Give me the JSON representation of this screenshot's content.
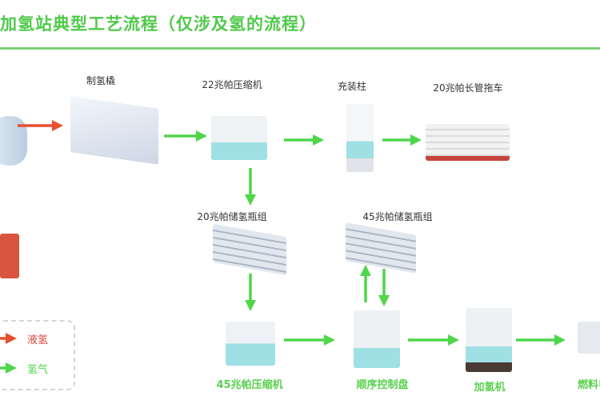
{
  "title": "加氢站典型工艺流程（仅涉及氢的流程）",
  "colors": {
    "liquid_hydrogen": "#e8502f",
    "hydrogen_gas": "#4fd64a",
    "title": "#4fc94a"
  },
  "nodes": {
    "hydrogen_skid": "制氢橇",
    "compressor_22": "22兆帕压缩机",
    "filling_post": "充装柱",
    "tube_trailer": "20兆帕长管拖车",
    "storage_20": "20兆帕储氢瓶组",
    "storage_45": "45兆帕储氢瓶组",
    "compressor_45": "45兆帕压缩机",
    "sequence_panel": "顺序控制盘",
    "dispenser": "加氢机",
    "fuel_cell": "燃料电"
  },
  "legend": [
    {
      "label": "液氢",
      "color": "#e8502f"
    },
    {
      "label": "氢气",
      "color": "#4fd64a"
    }
  ]
}
